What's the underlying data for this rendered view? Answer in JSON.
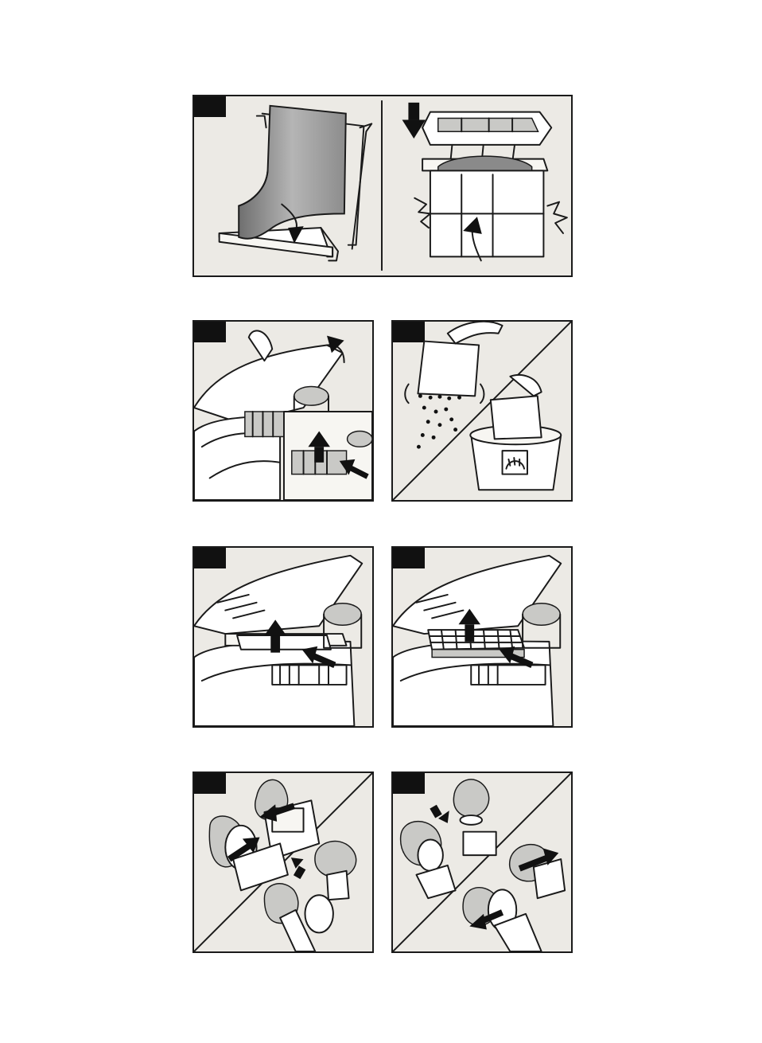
{
  "document": {
    "panels": [
      {
        "id": "p1",
        "content": "filter-lid-opening"
      },
      {
        "id": "p2",
        "content": "filter-cassette-cleaning"
      },
      {
        "id": "p3",
        "content": "appliance-lid-filter-removal"
      },
      {
        "id": "p4",
        "content": "filter-washing"
      },
      {
        "id": "p5",
        "content": "filter-removal"
      },
      {
        "id": "p6",
        "content": "filter-insertion"
      },
      {
        "id": "p7",
        "content": "cap-removal"
      },
      {
        "id": "p8",
        "content": "cap-insertion"
      }
    ]
  },
  "colors": {
    "panel_background": "#eceae5",
    "ink": "#1a1a1a",
    "label_tab": "#111111"
  }
}
